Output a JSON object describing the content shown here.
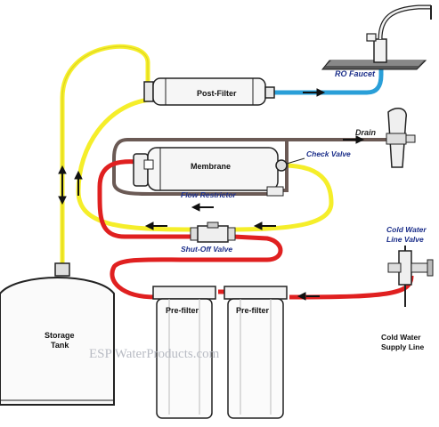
{
  "labels": {
    "post_filter": "Post-Filter",
    "ro_faucet": "RO Faucet",
    "drain": "Drain",
    "membrane": "Membrane",
    "check_valve": "Check Valve",
    "flow_restrictor": "Flow Restrictor",
    "shut_off_valve": "Shut-Off Valve",
    "cold_water_line_valve_1": "Cold Water",
    "cold_water_line_valve_2": "Line Valve",
    "storage_tank_1": "Storage",
    "storage_tank_2": "Tank",
    "prefilter_a": "Pre-filter",
    "prefilter_b": "Pre-filter",
    "cold_water_supply_1": "Cold Water",
    "cold_water_supply_2": "Supply Line",
    "watermark": "ESP WaterProducts.com"
  },
  "colors": {
    "yellow_tube": "#f5ee2a",
    "blue_tube": "#2a9fd8",
    "red_tube": "#e02020",
    "drain_tube": "#6b5a55",
    "outline": "#222222",
    "label_blue": "#1c2f8a"
  }
}
